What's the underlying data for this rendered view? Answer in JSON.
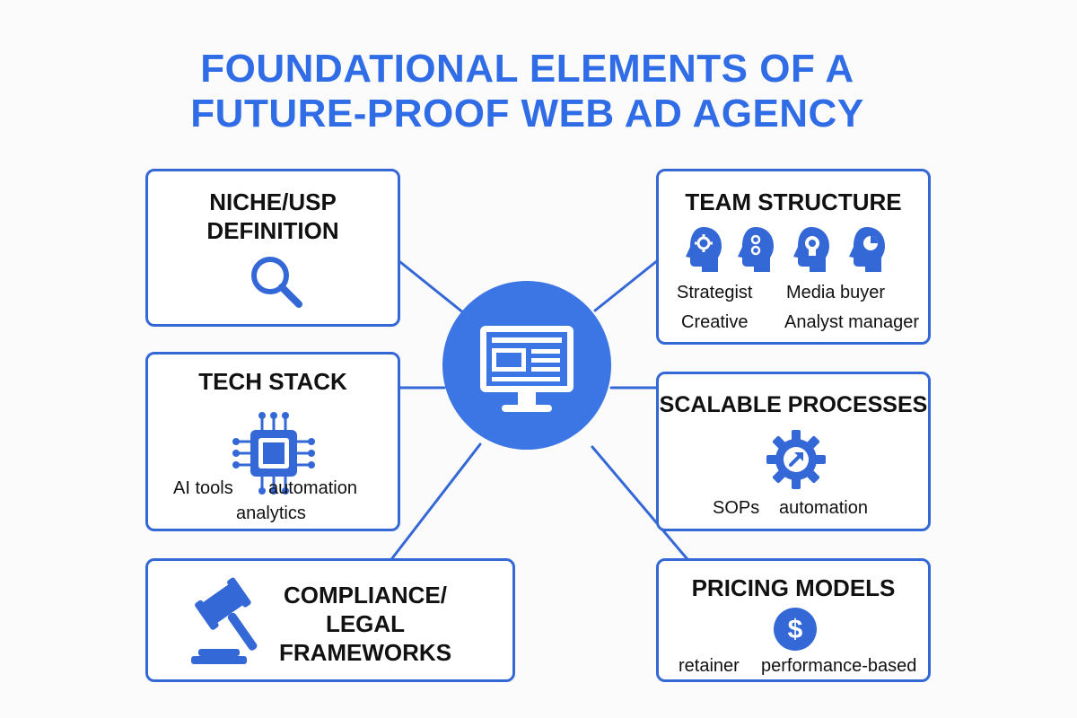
{
  "title": {
    "line1": "FOUNDATIONAL ELEMENTS OF A",
    "line2": "FUTURE-PROOF WEB AD AGENCY"
  },
  "colors": {
    "accent": "#2f6ce5",
    "hub": "#3c75e4",
    "border": "#3468d6",
    "text": "#111111",
    "background": "#fbfbfc"
  },
  "hub": {
    "icon": "monitor-icon"
  },
  "boxes": {
    "niche": {
      "line1": "NICHE/USP",
      "line2": "DEFINITION",
      "icon": "magnifier-icon"
    },
    "tech": {
      "title": "TECH STACK",
      "icon": "chip-icon",
      "items": [
        "AI tools",
        "automation",
        "analytics"
      ]
    },
    "compliance": {
      "line1": "COMPLIANCE/",
      "line2": "LEGAL",
      "line3": "FRAMEWORKS",
      "icon": "gavel-icon"
    },
    "team": {
      "title": "TEAM STRUCTURE",
      "icons": [
        "gear-head-icon",
        "dots-head-icon",
        "lightbulb-head-icon",
        "chart-head-icon"
      ],
      "roles": [
        "Strategist",
        "Media buyer",
        "Creative",
        "Analyst manager"
      ]
    },
    "processes": {
      "title": "SCALABLE PROCESSES",
      "icon": "gear-arrow-icon",
      "items": [
        "SOPs",
        "automation"
      ]
    },
    "pricing": {
      "title": "PRICING MODELS",
      "icon": "dollar-icon",
      "items": [
        "retainer",
        "performance-based"
      ]
    }
  }
}
